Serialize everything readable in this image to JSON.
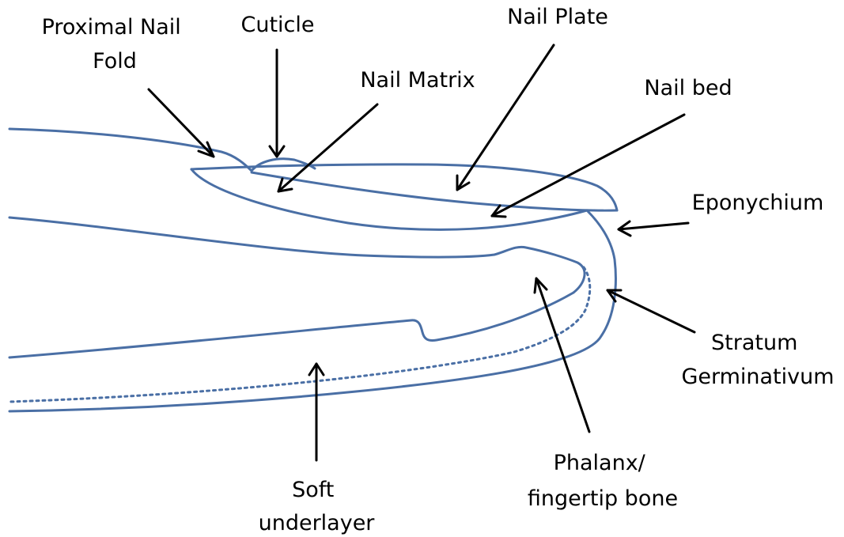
{
  "colors": {
    "outline": "#4a6fa5",
    "pointer": "#000000",
    "background": "#ffffff"
  },
  "labels": {
    "proximal_nail_fold": [
      "Proximal Nail",
      "Fold"
    ],
    "cuticle": "Cuticle",
    "nail_plate": "Nail Plate",
    "nail_matrix": "Nail Matrix",
    "nail_bed": "Nail bed",
    "eponychium": "Eponychium",
    "stratum_germinativum": [
      "Stratum",
      "Germinativum"
    ],
    "phalanx": [
      "Phalanx/",
      "fingertip bone"
    ],
    "soft_underlayer": [
      "Soft",
      "underlayer"
    ]
  }
}
